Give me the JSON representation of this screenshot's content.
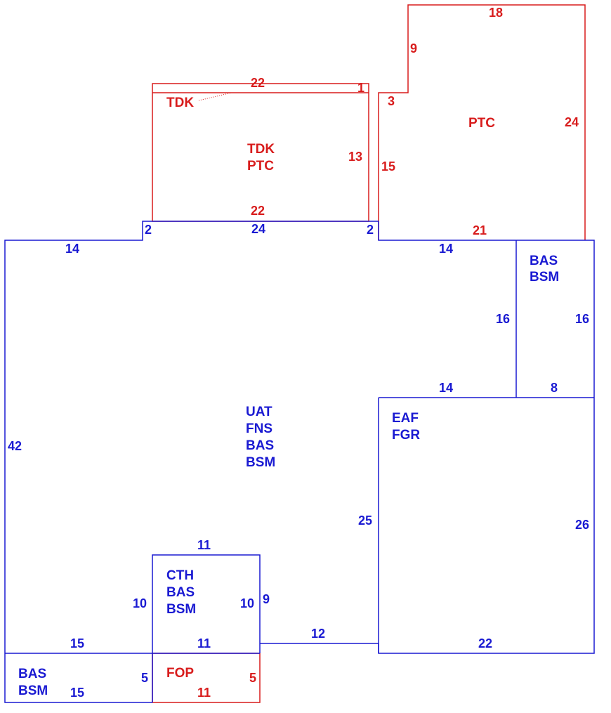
{
  "colors": {
    "blue": "#1a1ad2",
    "red": "#d81c1c"
  },
  "areas": {
    "main": [
      "UAT",
      "FNS",
      "BAS",
      "BSM"
    ],
    "right_top": [
      "BAS",
      "BSM"
    ],
    "garage": [
      "EAF",
      "FGR"
    ],
    "center_small": [
      "CTH",
      "BAS",
      "BSM"
    ],
    "bottom_left": [
      "BAS",
      "BSM"
    ],
    "bottom_porch": [
      "FOP"
    ],
    "deck_right": [
      "PTC"
    ],
    "deck_left": [
      "TDK",
      "PTC"
    ],
    "deck_left_callout": [
      "TDK"
    ]
  },
  "dimensions": {
    "red_top_18": "18",
    "red_left_9": "9",
    "red_3": "3",
    "red_right_24": "24",
    "red_15": "15",
    "red_21": "21",
    "red_top_22": "22",
    "red_1": "1",
    "red_13": "13",
    "red_bottom_22": "22",
    "red_fop_5": "5",
    "red_fop_11": "11",
    "blue_2_left": "2",
    "blue_24": "24",
    "blue_2_right": "2",
    "blue_14_top_left": "14",
    "blue_14_top_right": "14",
    "blue_16_left": "16",
    "blue_16_right": "16",
    "blue_14_mid": "14",
    "blue_8": "8",
    "blue_42": "42",
    "blue_25": "25",
    "blue_26": "26",
    "blue_22": "22",
    "blue_12": "12",
    "blue_11_top": "11",
    "blue_10_left": "10",
    "blue_10_right": "10",
    "blue_9": "9",
    "blue_11_bottom": "11",
    "blue_15_top": "15",
    "blue_15_bottom": "15",
    "blue_5": "5"
  }
}
